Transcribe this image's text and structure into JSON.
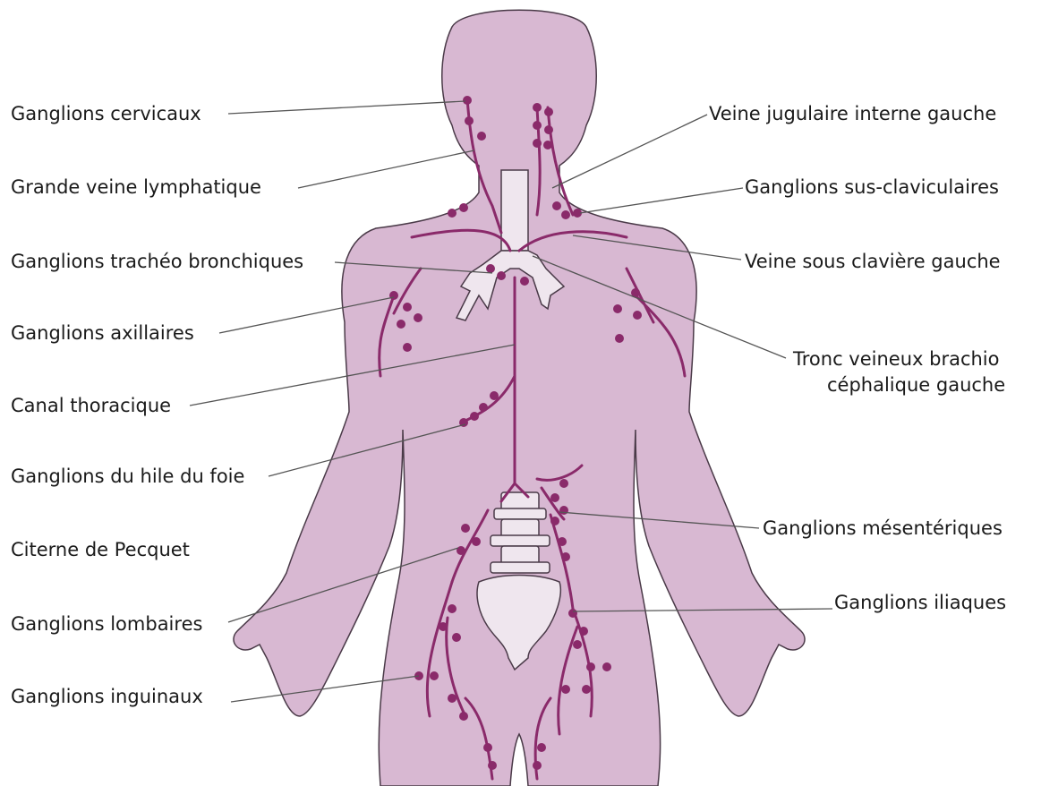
{
  "colors": {
    "body_fill": "#d8b8d2",
    "body_outline": "#4a3a48",
    "vessel": "#8a2a6a",
    "node": "#8a2a6a",
    "bone_fill": "#efe6ee",
    "leader_line": "#555555",
    "text": "#1a1a1a"
  },
  "labels_left": {
    "cervicaux": "Ganglions cervicaux",
    "grande_veine": "Grande veine lymphatique",
    "tracheo": "Ganglions trachéo bronchiques",
    "axillaires": "Ganglions  axillaires",
    "canal": "Canal thoracique",
    "hile": "Ganglions du hile du foie",
    "citerne": "Citerne de Pecquet",
    "lombaires": "Ganglions lombaires",
    "inguinaux": "Ganglions inguinaux"
  },
  "labels_right": {
    "jugulaire": "Veine jugulaire interne gauche",
    "sus_claviculaires": "Ganglions sus-claviculaires",
    "sous_claviere": "Veine sous clavière gauche",
    "tronc_line1": "Tronc veineux brachio",
    "tronc_line2": "céphalique gauche",
    "mesenteriques": "Ganglions mésentériques",
    "iliaques": "Ganglions iliaques"
  }
}
